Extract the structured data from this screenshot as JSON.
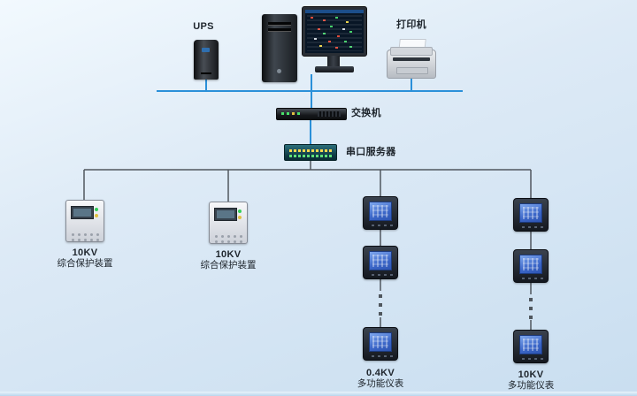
{
  "colors": {
    "top_line": "#2b90d9",
    "bottom_line": "#50575e",
    "background_top": "#f2f9fe",
    "background_bottom": "#c9def0"
  },
  "labels": {
    "ups": "UPS",
    "printer": "打印机",
    "switch": "交换机",
    "serial_server": "串口服务器"
  },
  "protection_devices": [
    {
      "kv": "10KV",
      "name": "综合保护装置"
    },
    {
      "kv": "10KV",
      "name": "综合保护装置"
    }
  ],
  "meter_columns": [
    {
      "kv": "0.4KV",
      "name": "多功能仪表"
    },
    {
      "kv": "10KV",
      "name": "多功能仪表"
    }
  ]
}
